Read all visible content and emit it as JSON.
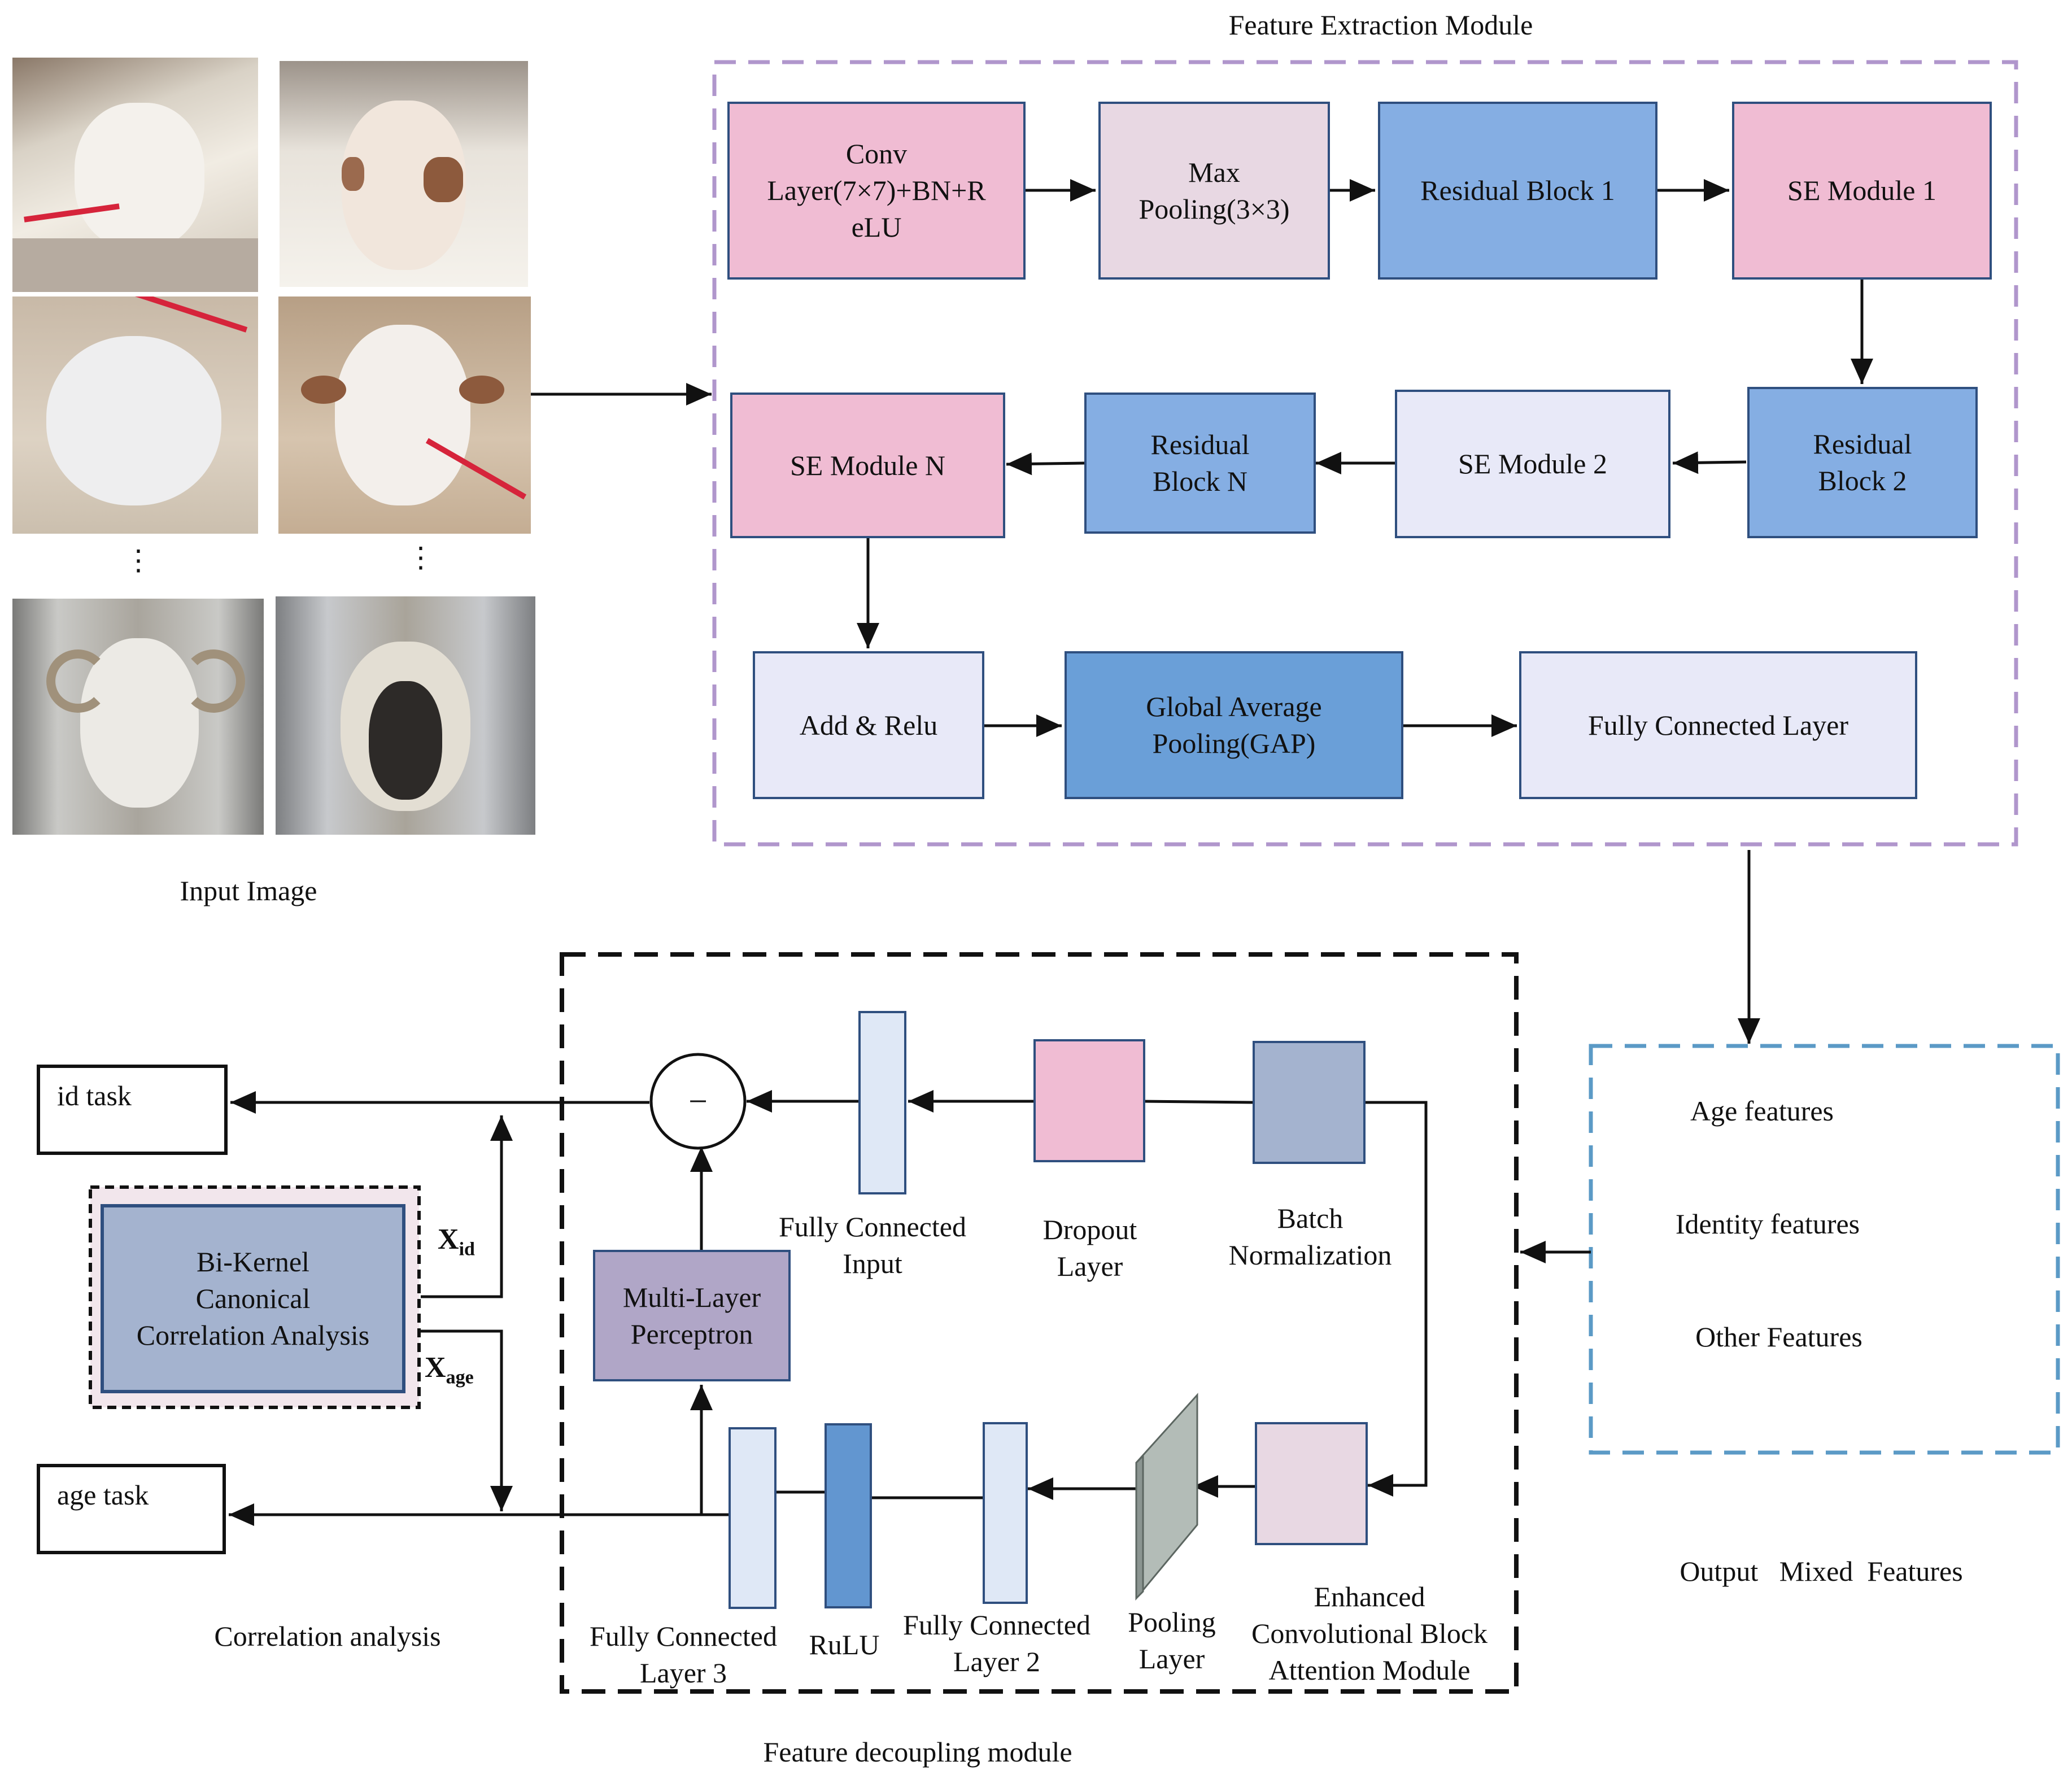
{
  "titles": {
    "feature_extraction": "Feature Extraction Module",
    "input_image": "Input Image",
    "feature_decoupling": "Feature decoupling module",
    "correlation_analysis": "Correlation analysis",
    "output_mixed": "Output   Mixed  Features"
  },
  "feature_extraction_blocks": {
    "conv": "Conv\nLayer(7×7)+BN+R\neLU",
    "maxpool": "Max\nPooling(3×3)",
    "res1": "Residual Block 1",
    "se1": "SE Module 1",
    "res2": "Residual\nBlock 2",
    "se2": "SE Module 2",
    "resn": "Residual\nBlock N",
    "sen": "SE Module N",
    "addrelu": "Add & Relu",
    "gap": "Global Average\nPooling(GAP)",
    "fc": "Fully Connected Layer"
  },
  "output_features": {
    "age": "Age features",
    "identity": "Identity features",
    "other": "Other Features"
  },
  "decoupling_labels": {
    "fc_input": "Fully Connected\nInput",
    "dropout": "Dropout\nLayer",
    "batchnorm": "Batch\nNormalization",
    "mlp": "Multi-Layer\nPerceptron",
    "fc3": "Fully Connected\nLayer 3",
    "rulu": "RuLU",
    "fc2": "Fully Connected\nLayer 2",
    "pooling": "Pooling\nLayer",
    "ecbam": "Enhanced\nConvolutional Block\nAttention Module",
    "minus": "−"
  },
  "tasks": {
    "id": "id task",
    "age": "age task"
  },
  "correlation": {
    "box": "Bi-Kernel\nCanonical\nCorrelation Analysis",
    "x_id_main": "X",
    "x_id_sub": "id",
    "x_age_main": "X",
    "x_age_sub": "age"
  },
  "input_ellipsis": "⋮",
  "colors": {
    "pink": "#f0bcd3",
    "light_mauve": "#e8d8e3",
    "blue": "#85aee3",
    "dark_blue": "#6a9fd8",
    "pale_lavender": "#e8e9f8",
    "slate": "#a4b3cf",
    "purple_mlp": "#b0a6c7",
    "pale_blue": "#dfe8f6",
    "bar_blue": "#6296d0",
    "gray_pool": "#b3bcb7",
    "frame_purple": "#b096cc",
    "frame_blue": "#5b9ac6"
  }
}
